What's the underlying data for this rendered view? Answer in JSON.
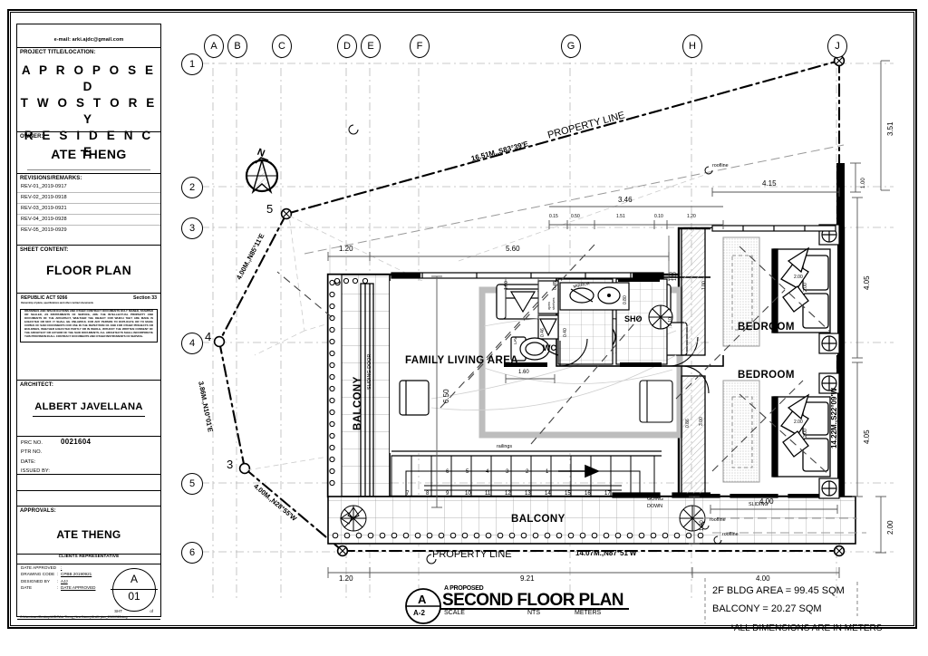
{
  "sheet": {
    "title_block": {
      "email": "e-mail:  arki.ajdc@gmail.com",
      "project_label": "PROJECT TITLE/LOCATION:",
      "project_title_lines": [
        "A  P R O P O S E D",
        "T W O   S T O R E Y",
        "R E S I D E N C E"
      ],
      "owner_label": "OWNER:",
      "owner_name": "ATE THENG",
      "revisions_label": "REVISIONS/REMARKS:",
      "revisions": [
        "REV-01_2019-0917",
        "REV-02_2019-0918",
        "REV-03_2019-0921",
        "REV-04_2019-0928",
        "REV-05_2019-0929"
      ],
      "sheet_content_label": "SHEET CONTENT:",
      "sheet_content": "FLOOR PLAN",
      "ra_title": "REPUBLIC ACT 9266",
      "ra_section": "Section 33",
      "ra_intro": "Ownership of plans, specifications and other contract documents",
      "ra_body": "DRAWINGS AND SPECIFICATIONS AND OTHER CONTRACT DOCUMENTS DULY SIGNED, STAMPED OR SEALED, AS INSTRUMENTS OF SERVICE, ARE THE INTELLECTUAL PROPERTY AND DOCUMENTS OF THE ARCHITECT, WHETHER THE OBJECT FOR WHICH THEY ARE MADE IS EXECUTED OR NOT. IT SHALL BE UNLAWFUL FOR ANY PERSON TO DUPLICATE OR TO MAKE COPIES OF SAID DOCUMENTS FOR USE IN THE REPETITION OF AND FOR OTHER PROJECTS OR BUILDINGS, WHETHER EXECUTED PARTLY OR IN WHOLE, WITHOUT THE WRITTEN CONSENT OF THE ARCHITECT OR AUTHOR OF THE SAID DOCUMENTS. ALL ARCHITECTS SHALL INCORPORATE THIS PROVISION IN ALL CONTRACT DOCUMENTS AND OTHER INSTRUMENTS OF SERVICE.",
      "architect_label": "ARCHITECT:",
      "architect_name": "ALBERT  JAVELLANA",
      "prc_no_label": "PRC NO.",
      "prc_no_value": "0021604",
      "ptr_no_label": "PTR NO.",
      "date_label": "DATE:",
      "issued_by_label": "ISSUED BY:",
      "approvals_label": "APPROVALS:",
      "approvals_name": "ATE THENG",
      "approvals_sub": "CLIENTS REPRESENTATIVE",
      "footer": [
        {
          "k": "DATE APPROVED",
          "v": ""
        },
        {
          "k": "DRAWING CODE",
          "v": "CPBB  20190921"
        },
        {
          "k": "DESIGNED BY",
          "v": "AJJ"
        },
        {
          "k": "DATE",
          "v": "DATE  APPROVED"
        }
      ],
      "sheet_no_letter": "A",
      "sheet_no_number": "01",
      "sheet_of_left": "SHT",
      "sheet_of_right": "of",
      "file_path": "C:\\Users\\user\\Desktop\\AJDC\\Ate Theng_New 2storey\\2ndflr plan_20190928.dwg"
    },
    "grid": {
      "columns": [
        "A",
        "B",
        "C",
        "D",
        "E",
        "F",
        "G",
        "H",
        "J"
      ],
      "rows": [
        "1",
        "2",
        "3",
        "4",
        "5",
        "6"
      ]
    },
    "north_arrow_label": "N",
    "property_lines": [
      {
        "label": "PROPERTY LINE",
        "bearing": "16.51M.,S83°39'E"
      },
      {
        "label": "PROPERTY LINE",
        "bearing": "14.07M.,N87°51'W"
      },
      {
        "bearing": "14.22M.,S22°09'W"
      },
      {
        "bearing": "4.00M.,N85°11'E"
      },
      {
        "bearing": "3.86M.,N10°01'E"
      },
      {
        "bearing": "4.00M.,N28°55'W"
      }
    ],
    "property_corners": [
      "5",
      "4",
      "3"
    ],
    "rooms": [
      {
        "name": "FAMILY LIVING AREA"
      },
      {
        "name": "BEDROOM"
      },
      {
        "name": "BEDROOM"
      },
      {
        "name": "BALCONY"
      },
      {
        "name": "BALCONY"
      },
      {
        "name": "WC"
      },
      {
        "name": "SHO"
      }
    ],
    "annotations": {
      "sliding_door_vertical": "SLIDING DOOR",
      "sliding": "SLIDING",
      "railings": "railings",
      "going_down": "GOING\nDOWN",
      "going_down_l1": "GOING",
      "going_down_l2": "DOWN",
      "roofline": "roofline",
      "mirror": "MIRROR",
      "open_shelves": "open\nshelves",
      "lav": "LAV",
      "wc": "WC"
    },
    "stair_numbers_upper": [
      "6",
      "5",
      "4",
      "3",
      "2",
      "1"
    ],
    "stair_numbers_lower": [
      "7",
      "8",
      "9",
      "10",
      "11",
      "12",
      "13",
      "14",
      "15",
      "16",
      "17"
    ],
    "dimensions": {
      "top_string": [
        "1.20",
        "5.60"
      ],
      "top_right_string": [
        "0.15",
        "0.50",
        "1.51",
        "0.10",
        "1.20"
      ],
      "top_right_total": "3.46",
      "bedroom_top": "4.15",
      "right_string": [
        "3.51",
        "1.00",
        "4.05",
        "4.05",
        "2.00"
      ],
      "bottom_string": [
        "1.20",
        "9.21",
        "4.00"
      ],
      "balcony_depth": "6.50",
      "balcony_width": "1.20",
      "wc_width": "1.60",
      "bedroom_width": "4.00",
      "misc": [
        "1.00",
        "0.45",
        "0.46",
        "0.40",
        "0.80",
        "2.10",
        "1.00",
        "0.86",
        "3.00",
        "2.00",
        "2.00",
        "1.20",
        "1.00"
      ]
    },
    "plan_title": {
      "ref_letter": "A",
      "ref_sheet": "A-2",
      "small_caption": "A PROPOSED",
      "main": "SECOND FLOOR PLAN",
      "scale_label": "SCALE",
      "scale_value": "NTS",
      "units_label": "METERS"
    },
    "area_notes": {
      "bldg_area": "2F BLDG AREA = 99.45 SQM",
      "balcony_area": "BALCONY = 20.27 SQM",
      "footnote": "*ALL  DIMENSIONS  ARE  IN  METERS"
    }
  }
}
